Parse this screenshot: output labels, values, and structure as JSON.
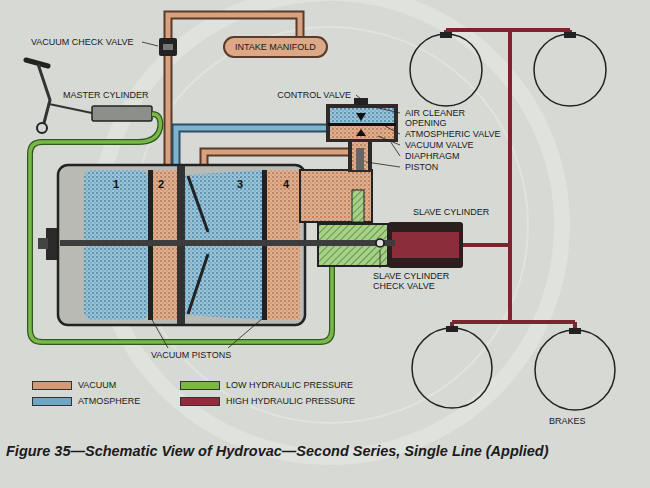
{
  "diagram": {
    "caption": "Figure 35—Schematic View of Hydrovac—Second Series, Single Line (Applied)",
    "nodes": [
      {
        "text": [
          "INTAKE MANIFOLD"
        ]
      }
    ],
    "labels": [
      "VACUUM CHECK VALVE",
      "MASTER CYLINDER",
      "CONTROL VALVE",
      "AIR CLEANER OPENING",
      "ATMOSPHERIC VALVE",
      "VACUUM VALVE",
      "DIAPHRAGM",
      "PISTON",
      "1",
      "2",
      "3",
      "4",
      "SLAVE CYLINDER",
      "SLAVE CYLINDER CHECK VALVE",
      "VACUUM PISTONS",
      "BRAKES"
    ],
    "legend": [
      {
        "text": "VACUUM",
        "color": "#d29a75"
      },
      {
        "text": "ATMOSPHERE",
        "color": "#6fa6c6"
      },
      {
        "text": "LOW HYDRAULIC PRESSURE",
        "color": "#7ab648"
      },
      {
        "text": "HIGH HYDRAULIC PRESSURE",
        "color": "#8c2d3b"
      }
    ]
  }
}
